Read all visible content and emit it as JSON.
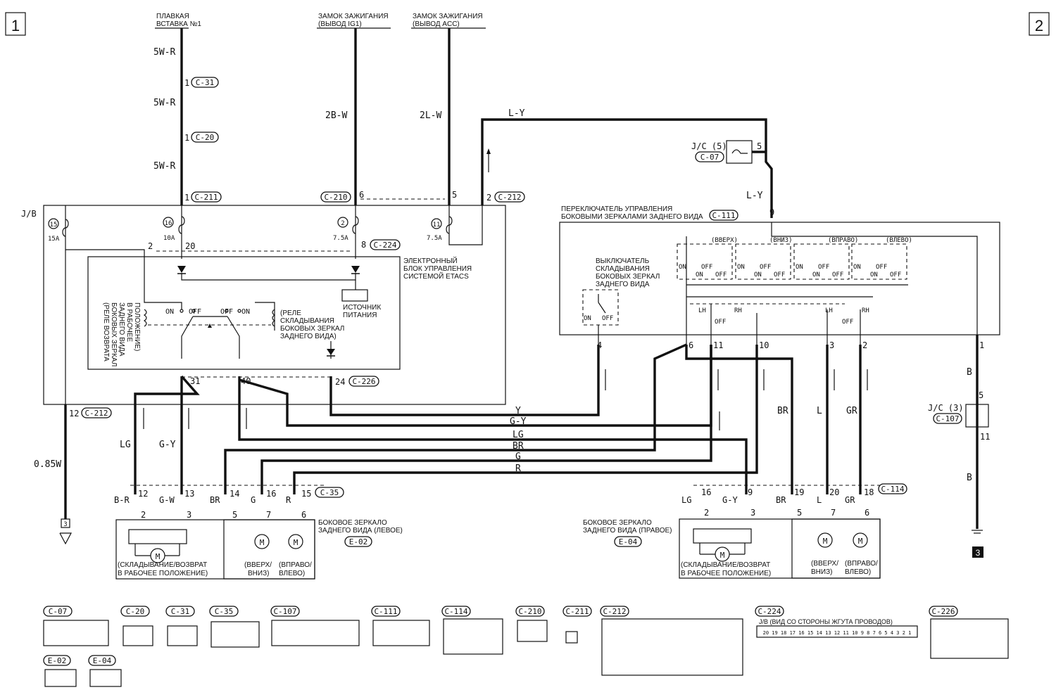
{
  "page": {
    "num_left": "1",
    "num_right": "2"
  },
  "sources": {
    "fuse": [
      "ПЛАВКАЯ",
      "ВСТАВКА №1"
    ],
    "ign_ig1": [
      "ЗАМОК ЗАЖИГАНИЯ",
      "(ВЫВОД IG1)"
    ],
    "ign_acc": [
      "ЗАМОК ЗАЖИГАНИЯ",
      "(ВЫВОД ACC)"
    ]
  },
  "wires": {
    "w5wr": "5W-R",
    "w2bw": "2B-W",
    "w2lw": "2L-W",
    "wly": "L-Y",
    "y": "Y",
    "gy": "G-Y",
    "lg": "LG",
    "br": "BR",
    "g": "G",
    "r": "R",
    "w085": "0.85W",
    "b": "B",
    "l": "L",
    "gr": "GR",
    "bR": "B-R",
    "gW": "G-W"
  },
  "connectors": {
    "c31": "C-31",
    "c20": "C-20",
    "c211": "C-211",
    "c210": "C-210",
    "c212": "C-212",
    "c224": "C-224",
    "c226": "C-226",
    "c35": "C-35",
    "c114": "C-114",
    "c07": "C-07",
    "c111": "C-111",
    "c107": "C-107",
    "e02": "E-02",
    "e04": "E-04"
  },
  "jb": {
    "label": "J/B",
    "fuses": [
      {
        "num": "15",
        "rating": "15A"
      },
      {
        "num": "16",
        "rating": "10A"
      },
      {
        "num": "2",
        "rating": "7.5A"
      },
      {
        "num": "11",
        "rating": "7.5A"
      }
    ]
  },
  "etacs": {
    "title": [
      "ЭЛЕКТРОННЫЙ",
      "БЛОК УПРАВЛЕНИЯ",
      "СИСТЕМОЙ ETACS"
    ],
    "power": [
      "ИСТОЧНИК",
      "ПИТАНИЯ"
    ],
    "relay_right": [
      "(РЕЛЕ",
      "СКЛАДЫВАНИЯ",
      "БОКОВЫХ ЗЕРКАЛ",
      "ЗАДНЕГО ВИДА)"
    ],
    "relay_left": [
      "(РЕЛЕ ВОЗВРАТА",
      "БОКОВЫХ ЗЕРКАЛ",
      "ЗАДНЕГО ВИДА",
      "В РАБОЧЕЕ",
      "ПОЛОЖЕНИЕ)"
    ],
    "on": "ON",
    "off": "OFF"
  },
  "switch": {
    "title": [
      "ПЕРЕКЛЮЧАТЕЛЬ УПРАВЛЕНИЯ",
      "БОКОВЫМИ ЗЕРКАЛАМИ ЗАДНЕГО ВИДА"
    ],
    "fold": [
      "ВЫКЛЮЧАТЕЛЬ",
      "СКЛАДЫВАНИЯ",
      "БОКОВЫХ ЗЕРКАЛ",
      "ЗАДНЕГО ВИДА"
    ],
    "dirs": [
      "(ВВЕРХ)",
      "(ВНИЗ)",
      "(ВПРАВО)",
      "(ВЛЕВО)"
    ],
    "lh": "LH",
    "rh": "RH",
    "on": "ON",
    "off": "OFF"
  },
  "jc": {
    "jc5": "J/C (5)",
    "jc3": "J/C (3)"
  },
  "mirrors": {
    "left": {
      "title": [
        "БОКОВОЕ ЗЕРКАЛО",
        "ЗАДНЕГО ВИДА (ЛЕВОЕ)"
      ]
    },
    "right": {
      "title": [
        "БОКОВОЕ ЗЕРКАЛО",
        "ЗАДНЕГО ВИДА (ПРАВОЕ)"
      ]
    },
    "fold": [
      "(СКЛАДЫВАНИЕ/ВОЗВРАТ",
      "В РАБОЧЕЕ ПОЛОЖЕНИЕ)"
    ],
    "updown": [
      "(ВВЕРХ/",
      "ВНИЗ)"
    ],
    "rightleft": [
      "(ВПРАВО/",
      "ВЛЕВО)"
    ],
    "m": "M"
  },
  "pins": {
    "p1": "1",
    "p2": "2",
    "p3": "3",
    "p4": "4",
    "p5": "5",
    "p6": "6",
    "p7": "7",
    "p8": "8",
    "p9": "9",
    "p10": "10",
    "p11": "11",
    "p12": "12",
    "p13": "13",
    "p14": "14",
    "p15": "15",
    "p16": "16",
    "p18": "18",
    "p19": "19",
    "p20": "20",
    "p24": "24",
    "p31": "31",
    "p40": "40"
  },
  "grounds": {
    "g3": "3"
  },
  "legend": {
    "jb_view": "J/B (ВИД СО СТОРОНЫ ЖГУТА ПРОВОДОВ)",
    "c224_pins": "20 19 18 17 16 15 14 13 12 11 10 9 8 7 6 5 4 3 2 1"
  }
}
